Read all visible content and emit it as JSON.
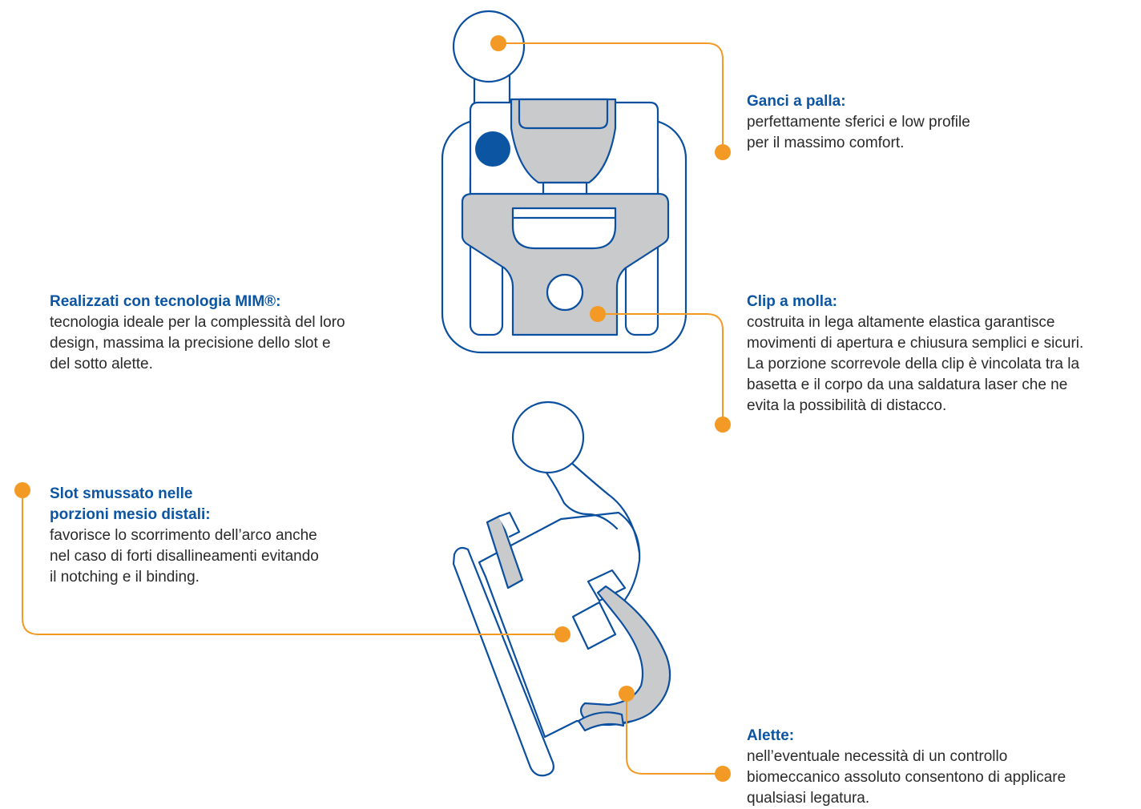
{
  "colors": {
    "outline": "#0b4fa0",
    "accent": "#f39a26",
    "fill_grey": "#c9cacc",
    "dot_blue": "#0b55a3",
    "title_blue": "#0b55a3",
    "body_text": "#2a2a2a"
  },
  "callouts": {
    "ganci": {
      "title": "Ganci a palla:",
      "text": "perfettamente sferici e low profile\nper il massimo comfort."
    },
    "clip": {
      "title": "Clip a molla:",
      "text": "costruita in lega altamente elastica garantisce\nmovimenti di apertura e chiusura semplici e sicuri.\nLa porzione scorrevole della clip è vincolata tra la\nbasetta e il corpo da una saldatura laser che ne\nevita la possibilità di distacco."
    },
    "mim": {
      "title": "Realizzati con tecnologia MIM®:",
      "text": "tecnologia ideale per la complessità del loro\ndesign, massima la precisione dello slot e\ndel sotto alette."
    },
    "slot": {
      "title": "Slot smussato nelle\nporzioni mesio distali:",
      "text": "favorisce lo scorrimento dell’arco anche\nnel caso di forti disallineamenti evitando\nil notching e il binding."
    },
    "alette": {
      "title": "Alette:",
      "text": "nell’eventuale necessità di un controllo\nbiomeccanico assoluto consentono di applicare\nqualsiasi legatura."
    }
  }
}
